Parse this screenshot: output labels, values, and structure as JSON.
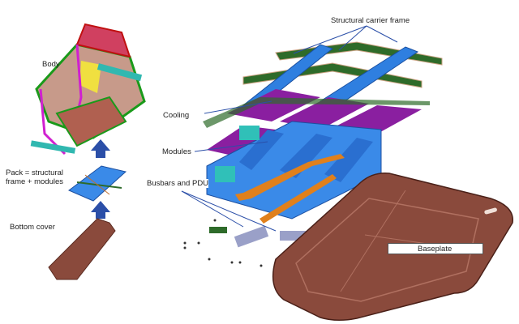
{
  "labels": {
    "body": "Body",
    "pack_line1": "Pack = structural",
    "pack_line2": "frame + modules",
    "bottom_cover": "Bottom cover",
    "structural_carrier_frame": "Structural carrier frame",
    "cooling": "Cooling",
    "modules": "Modules",
    "busbars_pdu": "Busbars and PDU",
    "baseplate": "Baseplate"
  },
  "colors": {
    "frame_blue": "#2f7fe0",
    "rail_green": "#2e6b2a",
    "cooling_purple": "#8a1fa0",
    "module_blue": "#3a8ae8",
    "cover_brown": "#8a4a3c",
    "arrow_blue": "#2b4fa8",
    "leader_line": "#2b4fa8",
    "busbar_orange": "#e0801c"
  }
}
